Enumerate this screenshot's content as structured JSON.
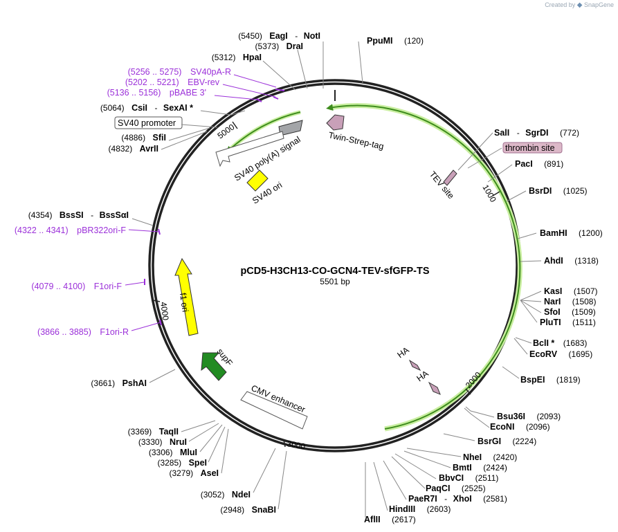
{
  "branding": {
    "created_by": "Created by",
    "logo_icon": "snapgene-logo-icon",
    "product": "SnapGene"
  },
  "plasmid": {
    "name": "pCD5-H3CH13-CO-GCN4-TEV-sfGFP-TS",
    "length": "5501 bp",
    "total_bp": 5501
  },
  "ticks": [
    "1000",
    "2000",
    "3000",
    "4000",
    "5000"
  ],
  "sites": [
    {
      "pos": "(5450)",
      "name": "EagI",
      "name2": "NotI"
    },
    {
      "pos": "(5373)",
      "name": "DraI"
    },
    {
      "pos": "(5312)",
      "name": "HpaI"
    },
    {
      "pos": "(5064)",
      "name": "CsiI",
      "name2": "SexAI *"
    },
    {
      "pos": "(4886)",
      "name": "SfiI"
    },
    {
      "pos": "(4832)",
      "name": "AvrII"
    },
    {
      "pos": "(4354)",
      "name": "BssSI",
      "name2": "BssSαI"
    },
    {
      "pos": "(3661)",
      "name": "PshAI"
    },
    {
      "pos": "(3369)",
      "name": "TaqII"
    },
    {
      "pos": "(3330)",
      "name": "NruI"
    },
    {
      "pos": "(3306)",
      "name": "MluI"
    },
    {
      "pos": "(3285)",
      "name": "SpeI"
    },
    {
      "pos": "(3279)",
      "name": "AseI"
    },
    {
      "pos": "(3052)",
      "name": "NdeI"
    },
    {
      "pos": "(2948)",
      "name": "SnaBI"
    },
    {
      "pos": "(120)",
      "name": "PpuMI"
    },
    {
      "pos": "(772)",
      "name": "SalI",
      "name2": "SgrDI"
    },
    {
      "pos": "(891)",
      "name": "PacI"
    },
    {
      "pos": "(1025)",
      "name": "BsrDI"
    },
    {
      "pos": "(1200)",
      "name": "BamHI"
    },
    {
      "pos": "(1318)",
      "name": "AhdI"
    },
    {
      "pos": "(1507)",
      "name": "KasI"
    },
    {
      "pos": "(1508)",
      "name": "NarI"
    },
    {
      "pos": "(1509)",
      "name": "SfoI"
    },
    {
      "pos": "(1511)",
      "name": "PluTI"
    },
    {
      "pos": "(1683)",
      "name": "BclI *"
    },
    {
      "pos": "(1695)",
      "name": "EcoRV"
    },
    {
      "pos": "(1819)",
      "name": "BspEI"
    },
    {
      "pos": "(2093)",
      "name": "Bsu36I"
    },
    {
      "pos": "(2096)",
      "name": "EcoNI"
    },
    {
      "pos": "(2224)",
      "name": "BsrGI"
    },
    {
      "pos": "(2420)",
      "name": "NheI"
    },
    {
      "pos": "(2424)",
      "name": "BmtI"
    },
    {
      "pos": "(2511)",
      "name": "BbvCI"
    },
    {
      "pos": "(2525)",
      "name": "PaqCI"
    },
    {
      "pos": "(2581)",
      "name": "PaeR7I",
      "name2": "XhoI"
    },
    {
      "pos": "(2603)",
      "name": "HindIII"
    },
    {
      "pos": "(2617)",
      "name": "AflII"
    }
  ],
  "primers": [
    {
      "range": "(5256 .. 5275)",
      "name": "SV40pA-R"
    },
    {
      "range": "(5202 .. 5221)",
      "name": "EBV-rev"
    },
    {
      "range": "(5136 .. 5156)",
      "name": "pBABE 3'"
    },
    {
      "range": "(4322 .. 4341)",
      "name": "pBR322ori-F"
    },
    {
      "range": "(4079 .. 4100)",
      "name": "F1ori-F"
    },
    {
      "range": "(3866 .. 3885)",
      "name": "F1ori-R"
    }
  ],
  "features": {
    "sv40_promoter": "SV40 promoter",
    "sv40_polya": "SV40 poly(A) signal",
    "sv40_ori": "SV40 ori",
    "twin_strep": "Twin-Strep-tag",
    "thrombin": "thrombin site",
    "tev": "TEV site",
    "ha1": "HA",
    "ha2": "HA",
    "f1_ori": "f1 ori",
    "supf": "supF",
    "cmv": "CMV enhancer"
  },
  "colors": {
    "backbone": "#222222",
    "primer": "#9b30d9",
    "green_arc": "#3d8c1c",
    "highlight": "#c9eea0",
    "yellow": "#ffff00",
    "dark_green": "#228b22",
    "pink": "#c8a0b8",
    "gray": "#a3a5a8",
    "thrombin_fill": "#dcb8c8"
  }
}
